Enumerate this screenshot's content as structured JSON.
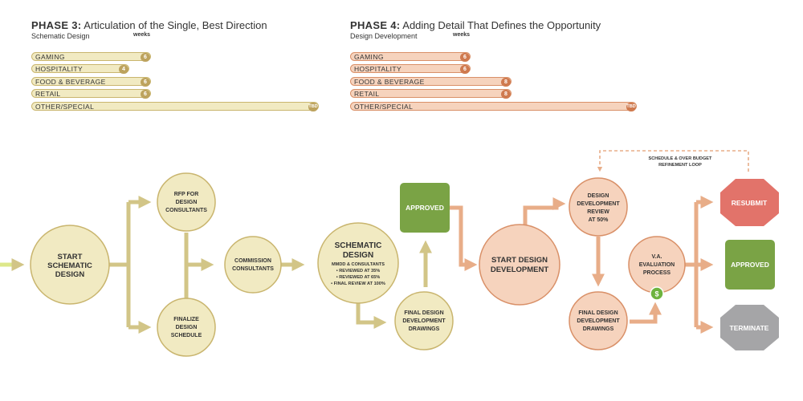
{
  "phase3": {
    "title_bold": "PHASE 3:",
    "title_rest": " Articulation of the Single, Best Direction",
    "subtitle": "Schematic Design",
    "weeks_label": "weeks",
    "bars": [
      {
        "label": "GAMING",
        "value": "6"
      },
      {
        "label": "HOSPITALITY",
        "value": "4"
      },
      {
        "label": "FOOD & BEVERAGE",
        "value": "6"
      },
      {
        "label": "RETAIL",
        "value": "6"
      },
      {
        "label": "OTHER/SPECIAL",
        "value": "TBD"
      }
    ]
  },
  "phase4": {
    "title_bold": "PHASE 4:",
    "title_rest": " Adding Detail That Defines the Opportunity",
    "subtitle": "Design Development",
    "weeks_label": "weeks",
    "bars": [
      {
        "label": "GAMING",
        "value": "6"
      },
      {
        "label": "HOSPITALITY",
        "value": "6"
      },
      {
        "label": "FOOD & BEVERAGE",
        "value": "8"
      },
      {
        "label": "RETAIL",
        "value": "8"
      },
      {
        "label": "OTHER/SPECIAL",
        "value": "TBD"
      }
    ]
  },
  "flow": {
    "start_schematic": [
      "START",
      "SCHEMATIC",
      "DESIGN"
    ],
    "rfp": [
      "RFP FOR",
      "DESIGN",
      "CONSULTANTS"
    ],
    "finalize": [
      "FINALIZE",
      "DESIGN",
      "SCHEDULE"
    ],
    "commission": [
      "COMMISSION",
      "CONSULTANTS"
    ],
    "schematic_title": [
      "SCHEMATIC",
      "DESIGN"
    ],
    "schematic_details": [
      "MMDD & CONSULTANTS",
      "• REVIEWED AT 35%",
      "• REVIEWED AT 65%",
      "• FINAL REVIEW AT 100%"
    ],
    "final_drawings_1": [
      "FINAL DESIGN",
      "DEVELOPMENT",
      "DRAWINGS"
    ],
    "approved_1": "APPROVED",
    "start_dd": [
      "START DESIGN",
      "DEVELOPMENT"
    ],
    "dd_review": [
      "DESIGN",
      "DEVELOPMENT",
      "REVIEW",
      "AT 50%"
    ],
    "final_drawings_2": [
      "FINAL DESIGN",
      "DEVELOPMENT",
      "DRAWINGS"
    ],
    "va": [
      "V.A.",
      "EVALUATION",
      "PROCESS"
    ],
    "dollar": "$",
    "loop_label": [
      "SCHEDULE & OVER BUDGET",
      "REFINEMENT LOOP"
    ],
    "resubmit": "RESUBMIT",
    "approved_2": "APPROVED",
    "terminate": "TERMINATE"
  },
  "colors": {
    "phase3_fill": "#f1eac2",
    "phase3_stroke": "#c9b56e",
    "phase3_arrow": "#d2c587",
    "phase4_fill": "#f6d3bd",
    "phase4_stroke": "#d99068",
    "phase4_arrow": "#e8ad88",
    "approved_green": "#7aa345",
    "resubmit_red": "#e2736a",
    "terminate_gray": "#a5a5a7",
    "dollar_green": "#6db33f"
  }
}
